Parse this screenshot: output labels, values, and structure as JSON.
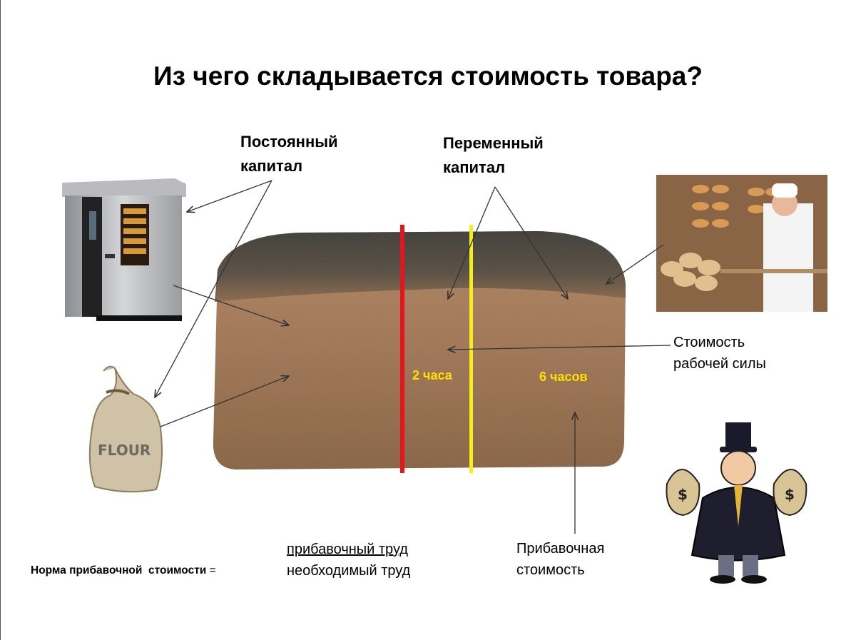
{
  "title": "Из чего складывается стоимость товара?",
  "labels": {
    "constant_capital_line1": "Постоянный",
    "constant_capital_line2": "капитал",
    "variable_capital_line1": "Переменный",
    "variable_capital_line2": "капитал",
    "labor_value_line1": "Стоимость",
    "labor_value_line2": "рабочей силы",
    "surplus_value_line1": "Прибавочная",
    "surplus_value_line2": "стоимость",
    "hours_necessary": "2 часа",
    "hours_surplus": "6 часов"
  },
  "formula": {
    "left": "Норма прибавочной  стоимости",
    "equals": "=",
    "numerator": "прибавочный труд",
    "denominator": "необходимый труд"
  },
  "images": {
    "flour_bag_text": "FLOUR"
  },
  "colors": {
    "red_line": "#e8141b",
    "yellow_line": "#f5ee1b",
    "hours_text": "#ffe000",
    "bread_crust": "#4a423a",
    "bread_crumb": "#a07a55"
  }
}
